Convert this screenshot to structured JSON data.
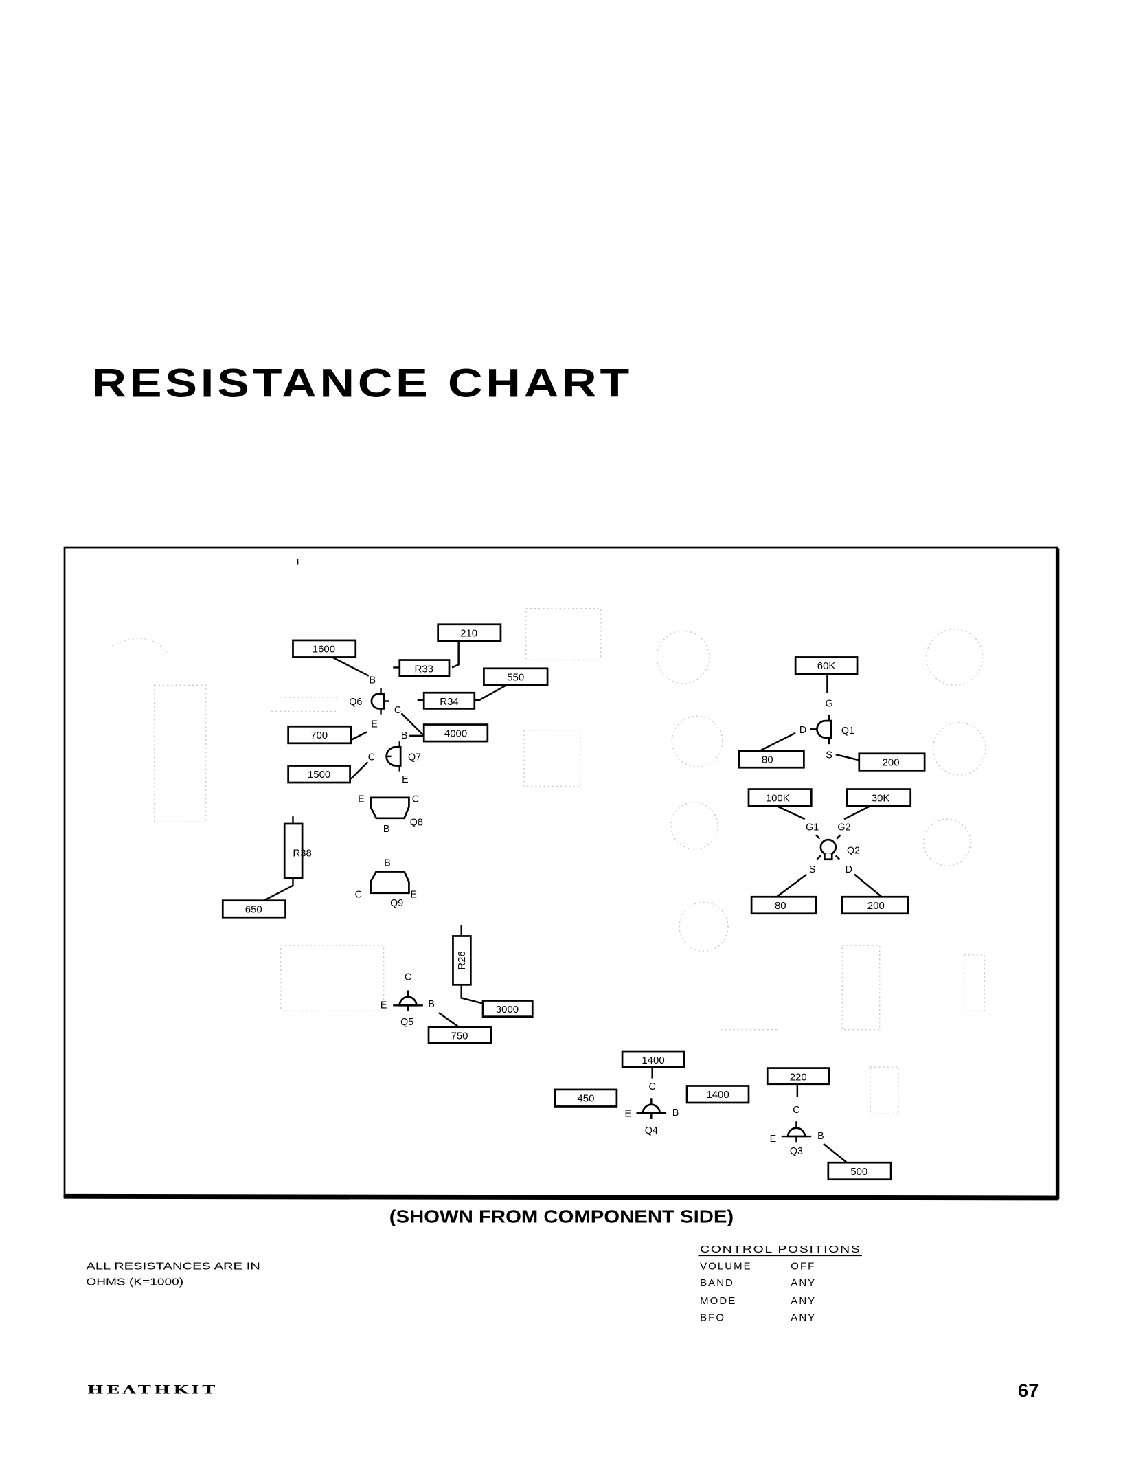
{
  "title": "RESISTANCE CHART",
  "caption": "(SHOWN FROM COMPONENT SIDE)",
  "note": [
    "ALL RESISTANCES ARE IN",
    "OHMS (K=1000)"
  ],
  "control_positions": {
    "header": "CONTROL POSITIONS",
    "rows": [
      {
        "control": "VOLUME",
        "position": "OFF"
      },
      {
        "control": "BAND",
        "position": "ANY"
      },
      {
        "control": "MODE",
        "position": "ANY"
      },
      {
        "control": "BFO",
        "position": "ANY"
      }
    ]
  },
  "footer": {
    "brand": "HEATHKIT",
    "page_number": "67"
  },
  "diagram": {
    "readings": [
      "1600",
      "210",
      "550",
      "700",
      "4000",
      "1500",
      "650",
      "3000",
      "750",
      "1400",
      "1400",
      "450",
      "220",
      "500",
      "60K",
      "80",
      "200",
      "100K",
      "30K",
      "80",
      "200"
    ],
    "resistors": [
      "R33",
      "R34",
      "R38",
      "R26"
    ],
    "transistors": [
      "Q6",
      "Q7",
      "Q8",
      "Q9",
      "Q5",
      "Q4",
      "Q3",
      "Q1",
      "Q2"
    ],
    "pins": {
      "Q6": [
        "B",
        "C",
        "E"
      ],
      "Q7": [
        "B",
        "C",
        "E"
      ],
      "Q8": [
        "E",
        "C",
        "B"
      ],
      "Q9": [
        "B",
        "C",
        "E"
      ],
      "Q5": [
        "C",
        "E",
        "B"
      ],
      "Q4": [
        "C",
        "E",
        "B"
      ],
      "Q3": [
        "C",
        "E",
        "B"
      ],
      "Q1": [
        "G",
        "D",
        "S"
      ],
      "Q2": [
        "G1",
        "G2",
        "S",
        "D"
      ]
    }
  }
}
